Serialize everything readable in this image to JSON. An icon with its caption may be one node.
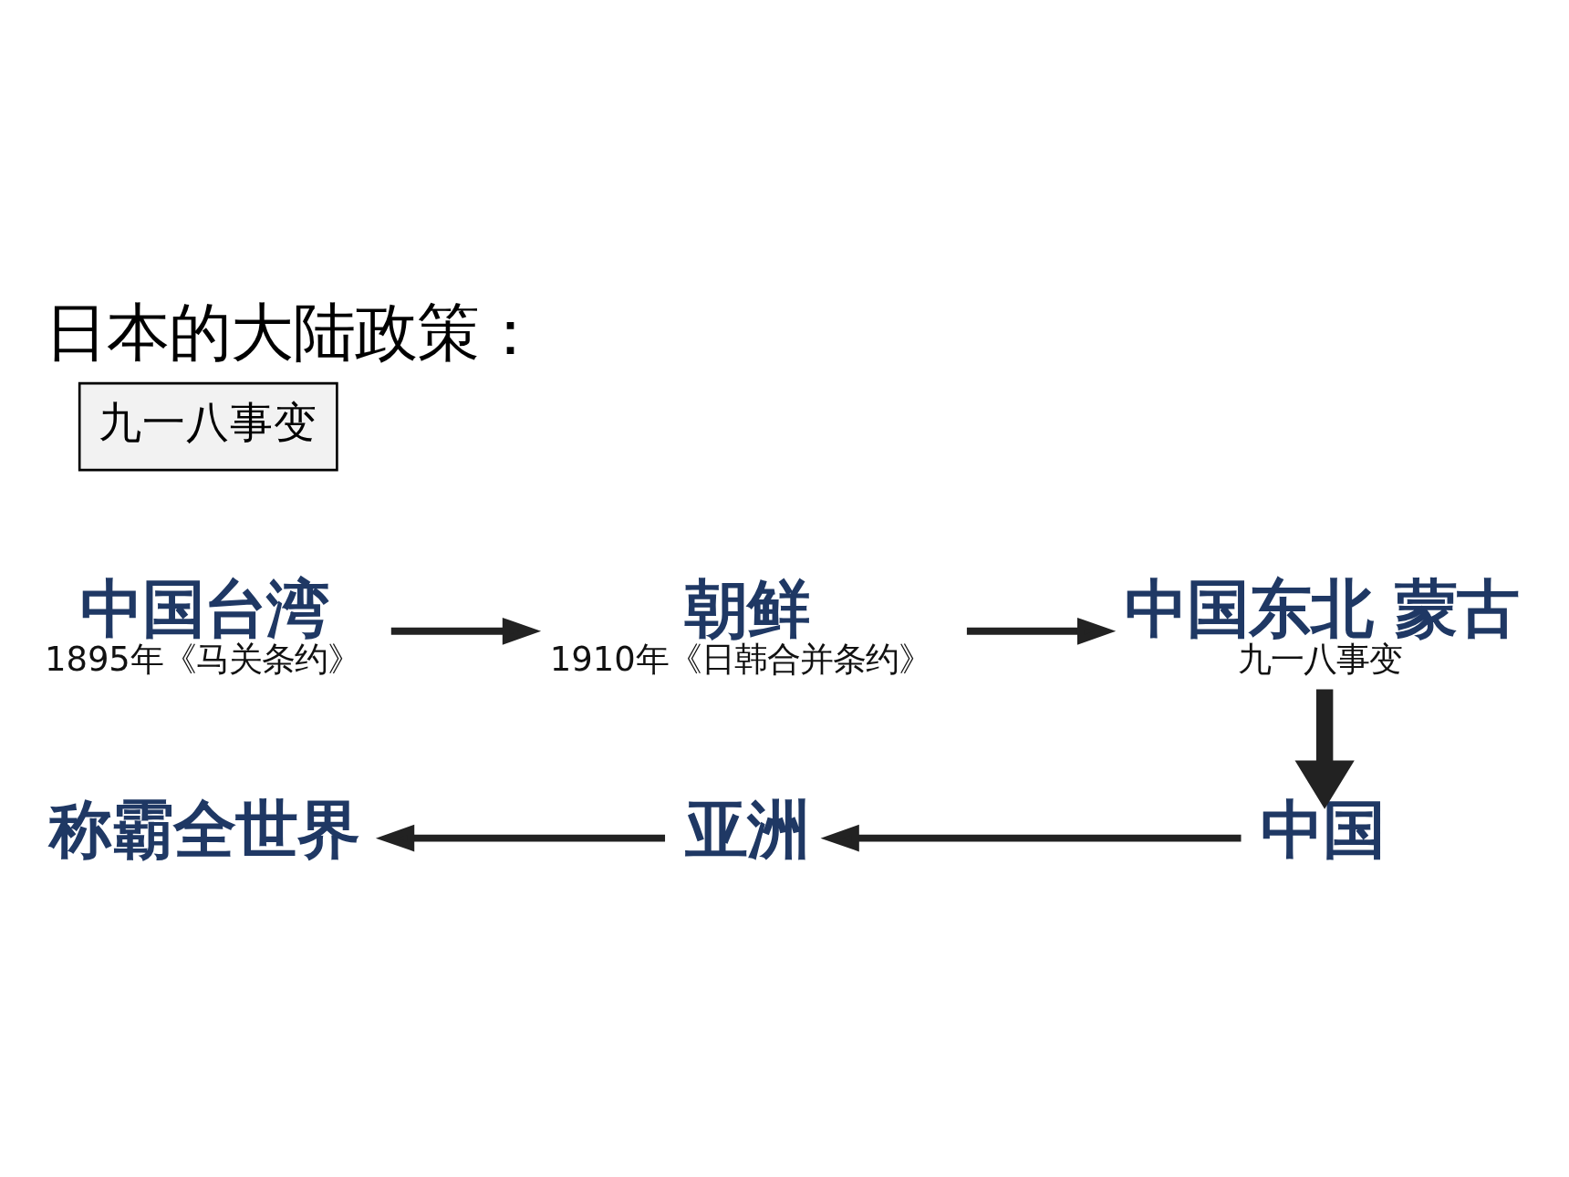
{
  "diagram": {
    "title": "日本的大陆政策：",
    "nodes": [
      {
        "text": [
          "中国台湾"
        ],
        "beside": [
          "1895年《马关条约》"
        ]
      },
      {
        "text": [
          "朝鲜"
        ],
        "beside": [
          "1910年《日韩合并条约》"
        ]
      },
      {
        "text": [
          "中国东北 蒙古"
        ],
        "beside": [
          "九一八事变"
        ]
      },
      {
        "text": [
          "中国"
        ]
      },
      {
        "text": [
          "亚洲"
        ]
      },
      {
        "text": [
          "称霸全世界"
        ]
      }
    ],
    "edges": [
      {
        "from": 0,
        "to": 1,
        "arrow": "to"
      },
      {
        "from": 1,
        "to": 2,
        "arrow": "to"
      },
      {
        "from": 2,
        "to": 3,
        "arrow": "to",
        "style": "thick"
      },
      {
        "from": 3,
        "to": 4,
        "arrow": "to"
      },
      {
        "from": 4,
        "to": 5,
        "arrow": "to"
      }
    ],
    "labels": [
      "九一八事变"
    ]
  }
}
